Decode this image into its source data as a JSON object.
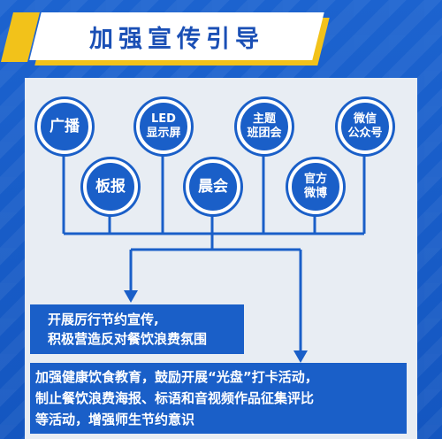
{
  "title": "加强宣传引导",
  "nodes": {
    "guangbo": "广播",
    "led": [
      "LED",
      "显示屏"
    ],
    "zhuti": [
      "主题",
      "班团会"
    ],
    "weixin": [
      "微信",
      "公众号"
    ],
    "banbao": "板报",
    "chenhui": "晨会",
    "guanfang": [
      "官方",
      "微博"
    ]
  },
  "boxes": {
    "box1": [
      "开展厉行节约宣传,",
      "积极营造反对餐饮浪费氛围"
    ],
    "box2": [
      "加强健康饮食教育，鼓励开展“光盘”打卡活动，",
      "制止餐饮浪费海报、标语和音视频作品征集评比",
      "等活动，增强师生节约意识"
    ]
  },
  "colors": {
    "blue": "#1a5fc8",
    "yellow": "#f2c21a",
    "panel": "#e8edf3"
  }
}
